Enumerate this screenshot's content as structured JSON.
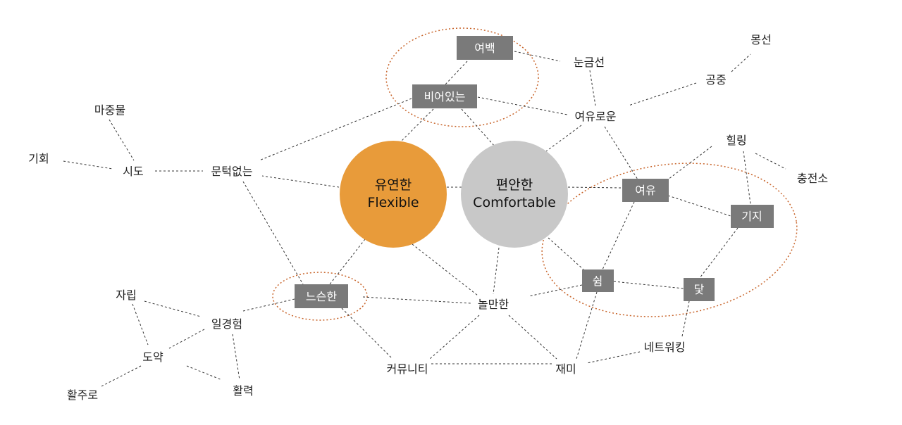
{
  "colors": {
    "flexible_hub": "#e89b3a",
    "comfortable_hub": "#c8c8c8",
    "box_fill": "#7a7a7a",
    "ring": "#c8642a",
    "edge": "#333333"
  },
  "hubs": {
    "flexible": {
      "line1": "유연한",
      "line2": "Flexible"
    },
    "comfortable": {
      "line1": "편안한",
      "line2": "Comfortable"
    }
  },
  "boxed_terms": {
    "margin": "여백",
    "empty": "비어있는",
    "leisure": "여유",
    "base": "기지",
    "rest": "쉼",
    "anchor": "닻",
    "loose": "느슨한"
  },
  "terms": {
    "graticule": "눈금선",
    "spacious": "여유로운",
    "reverie": "몽선",
    "midair": "공중",
    "healing": "힐링",
    "charging_station": "충전소",
    "spectacle": "마중물",
    "opportunity": "기회",
    "attempt": "시도",
    "low_threshold": "문턱없는",
    "playful": "놀만한",
    "independence": "자립",
    "first_experience": "일경험",
    "leap": "도약",
    "vitality": "활력",
    "runway": "활주로",
    "community": "커뮤니티",
    "fun": "재미",
    "networking": "네트워킹"
  }
}
